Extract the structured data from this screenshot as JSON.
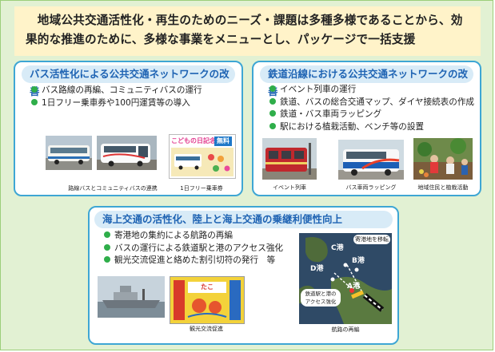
{
  "header": {
    "text": "　地域公共交通活性化・再生のためのニーズ・課題は多種多様であることから、効果的な推進のために、多様な事業をメニューとし、パッケージで一括支援"
  },
  "panels": {
    "bus": {
      "title": "バス活性化による公共交通ネットワークの改善",
      "bullets": [
        "バス路線の再編、コミュニティバスの運行",
        "1日フリー乗車券や100円運賃等の導入"
      ],
      "captions": [
        "路線バスとコミュニティバスの連携",
        "1日フリー乗車券"
      ],
      "ticket_title": "こどもの日記念",
      "ticket_badge": "無料"
    },
    "rail": {
      "title": "鉄道沿線における公共交通ネットワークの改善",
      "bullets": [
        "イベント列車の運行",
        "鉄道、バスの総合交通マップ、ダイヤ接続表の作成",
        "鉄道・バス車両ラッピング",
        "駅における植栽活動、ベンチ等の設置"
      ],
      "captions": [
        "イベント列車",
        "バス車両ラッピング",
        "地域住民と植栽活動"
      ]
    },
    "sea": {
      "title": "海上交通の活性化、陸上と海上交通の乗継利便性向上",
      "bullets": [
        "寄港地の集約による航路の再編",
        "バスの運行による鉄道駅と港のアクセス強化",
        "観光交流促進と絡めた割引切符の発行　等"
      ],
      "captions": [
        "観光交流促進",
        "航路の再編"
      ],
      "map_labels": {
        "port_c": "C港",
        "port_b": "B港",
        "port_d": "D港",
        "port_a": "A港",
        "relocation": "寄港地を移転",
        "access_line1": "鉄道駅と港の",
        "access_line2": "アクセス強化"
      },
      "poster_text": "たこ"
    }
  },
  "colors": {
    "background": "#e2f1d3",
    "header_bg": "#fff3c9",
    "panel_border": "#3ea6d4",
    "title_text": "#1e63b3",
    "bullet": "#2fae4a"
  }
}
